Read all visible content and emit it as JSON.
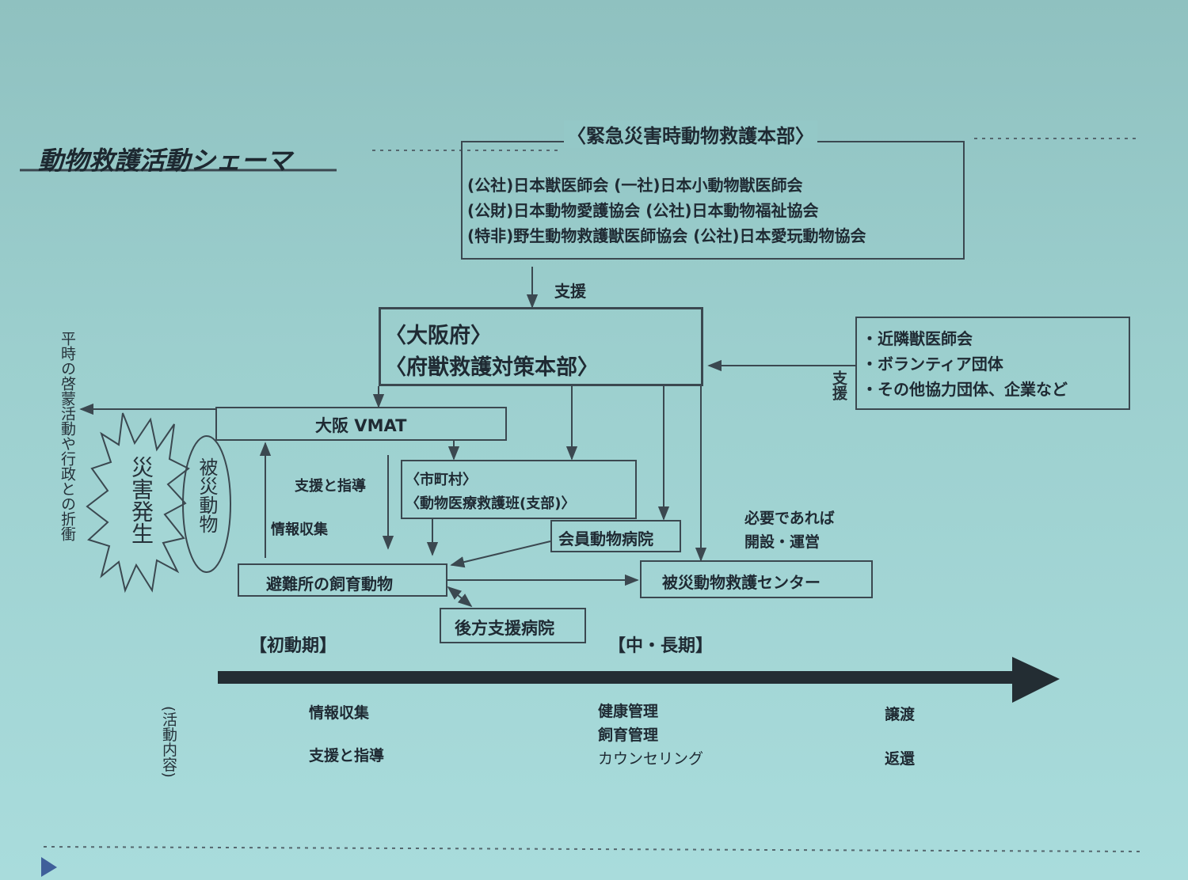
{
  "slide_title": "動物救護活動シェーマ",
  "hq": {
    "title": "〈緊急災害時動物救護本部〉",
    "lines": [
      "(公社)日本獣医師会 (一社)日本小動物獣医師会",
      "(公財)日本動物愛護協会 (公社)日本動物福祉協会",
      "(特非)野生動物救護獣医師協会 (公社)日本愛玩動物協会"
    ]
  },
  "support_label_top": "支援",
  "osaka": {
    "line1": "〈大阪府〉",
    "line2": "〈府獣救護対策本部〉"
  },
  "partners": {
    "items": [
      "・近隣獣医師会",
      "・ボランティア団体",
      "・その他協力団体、企業など"
    ],
    "support_label": "支援"
  },
  "vmat": "大阪 VMAT",
  "left_vertical_note": "平時の啓蒙活動や行政との折衝",
  "disaster_burst": "災害発生",
  "affected_animals": "被災動物",
  "municipality": {
    "line1": "〈市町村〉",
    "line2": "〈動物医療救護班(支部)〉"
  },
  "label_support_guidance": "支援と指導",
  "label_info_collection": "情報収集",
  "member_hospital": "会員動物病院",
  "note_if_needed": {
    "line1": "必要であれば",
    "line2": "開設・運営"
  },
  "shelter_animals": "避難所の飼育動物",
  "rescue_center": "被災動物救護センター",
  "backup_hospital": "後方支援病院",
  "phase_initial": "【初動期】",
  "phase_mid_long": "【中・長期】",
  "activity_label": "(活動内容)",
  "activities": {
    "initial": [
      "情報収集",
      "支援と指導"
    ],
    "mid": [
      "健康管理",
      "飼育管理",
      "カウンセリング"
    ],
    "late": [
      "譲渡",
      "返還"
    ]
  },
  "colors": {
    "background": "#9ccfce",
    "line": "#3b4850",
    "timeline_arrow": "#232d33"
  }
}
